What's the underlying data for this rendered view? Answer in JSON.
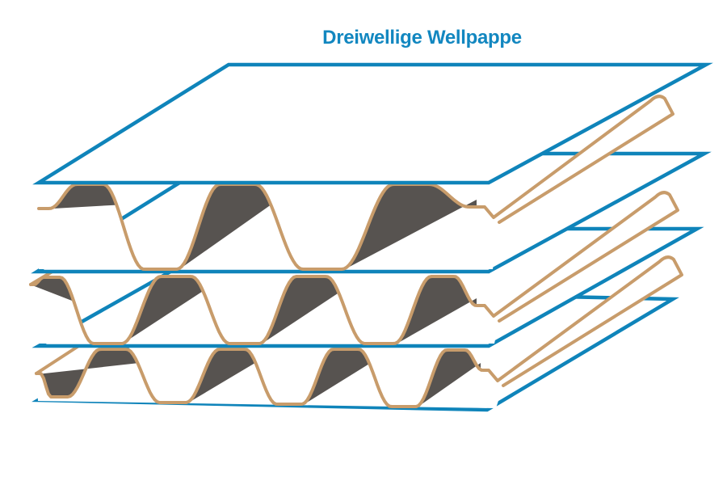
{
  "title": "Dreiwellige Wellpappe",
  "colors": {
    "title_text": "#1287c0",
    "liner_outline": "#0f84ba",
    "flute_paper": "#c89c6b",
    "flute_shadow": "#575350",
    "background": "#ffffff"
  },
  "structure": {
    "diagram_type": "corrugated-board-cross-section",
    "liner_count": 4,
    "flute_layer_count": 3
  }
}
